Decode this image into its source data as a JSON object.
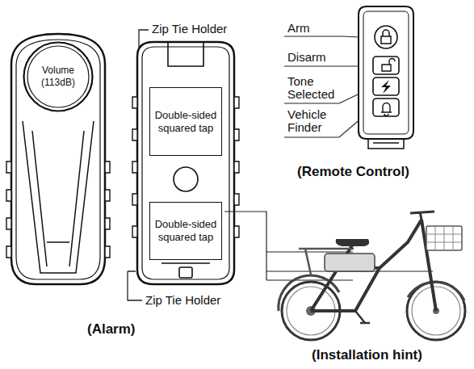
{
  "diagram": {
    "nodes": [
      {
        "text": [
          "Volume (113dB)"
        ]
      },
      {
        "text": [
          "Double-sided squared tap"
        ]
      },
      {
        "text": [
          "Double-sided squared tap"
        ]
      }
    ],
    "labels": [
      "Zip Tie Holder",
      "Zip Tie Holder",
      "Arm",
      "Disarm",
      "Tone Selected",
      "Vehicle Finder",
      "(Alarm)",
      "(Remote Control)",
      "(Installation hint)"
    ]
  }
}
